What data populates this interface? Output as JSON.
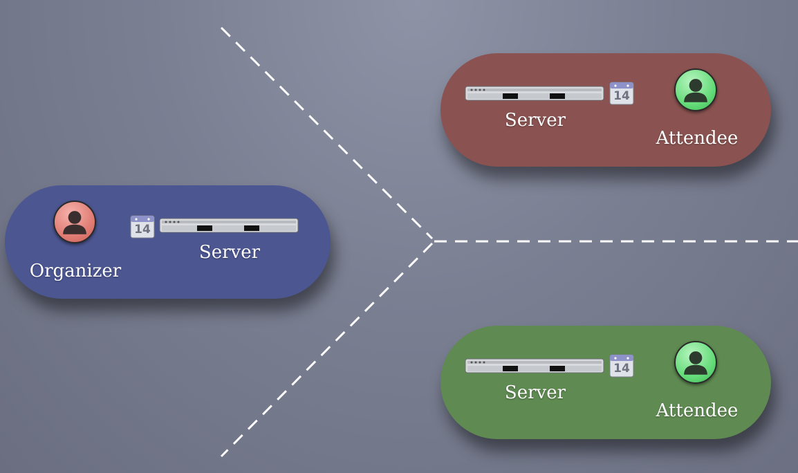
{
  "nodes": {
    "organizer": {
      "person_label": "Organizer",
      "server_label": "Server",
      "calendar_day": "14",
      "fill_color": "#4c5691",
      "person_color": "#e07d75"
    },
    "attendee_top": {
      "person_label": "Attendee",
      "server_label": "Server",
      "calendar_day": "14",
      "fill_color": "#8a5351",
      "person_color": "#66dc7a"
    },
    "attendee_bottom": {
      "person_label": "Attendee",
      "server_label": "Server",
      "calendar_day": "14",
      "fill_color": "#5f8a52",
      "person_color": "#66dc7a"
    }
  },
  "icons": {
    "person": "user-silhouette-icon",
    "server": "rack-server-icon",
    "calendar": "calendar-icon"
  }
}
